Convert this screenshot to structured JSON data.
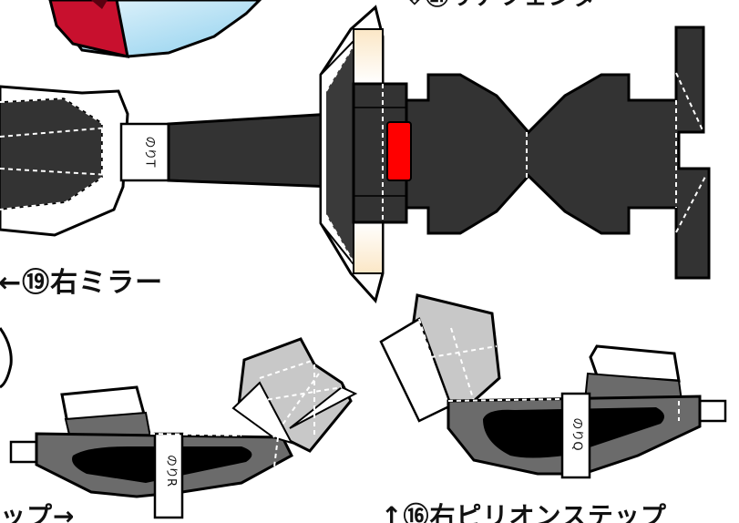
{
  "labels": {
    "top_right": "⇩㉑リアフェンダ",
    "mirror": "←⑲右ミラー",
    "step_left": "ップ→",
    "step_right": "↑⑯右ピリオンステップ"
  },
  "tabs": {
    "mirror_tab": "のりT",
    "step_left_tab": "のりR",
    "step_right_tab": "のりQ"
  },
  "colors": {
    "dark": "#333333",
    "mid_gray": "#6b6b6b",
    "light_gray": "#c8c8c8",
    "black": "#000000",
    "red": "#ff0000",
    "dark_red": "#c8102e",
    "sky": "#bfe3f5",
    "cream": "#f6dfb8"
  }
}
